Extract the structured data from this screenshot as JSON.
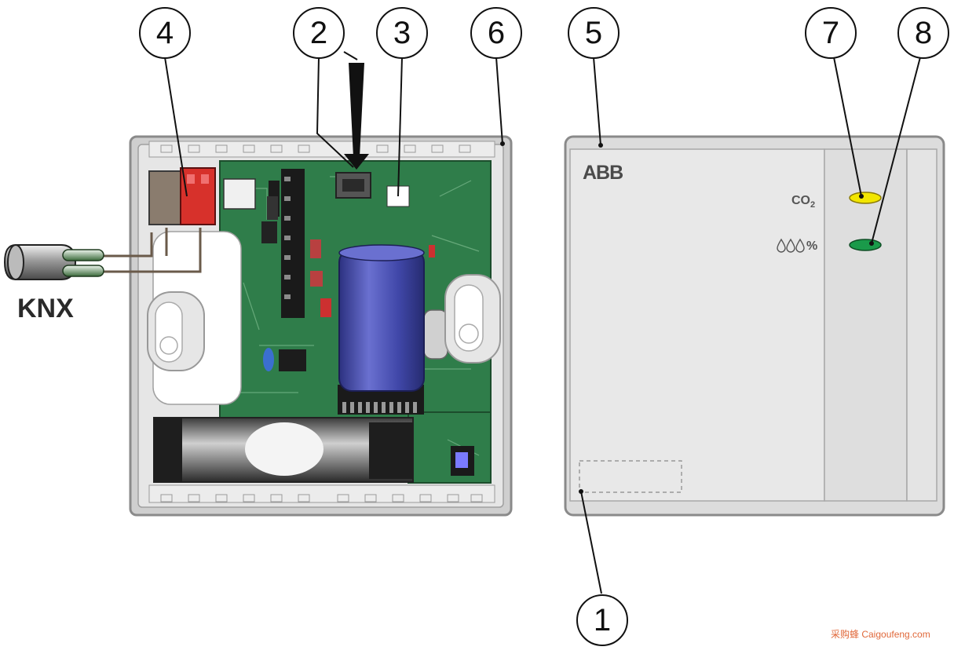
{
  "connector_label": "KNX",
  "brand_label": "ABB",
  "led_labels": {
    "co2_main": "CO",
    "co2_sub": "2",
    "humidity_symbol": "💧💧💧",
    "humidity_unit": "%"
  },
  "callouts": [
    "1",
    "2",
    "3",
    "4",
    "5",
    "6",
    "7",
    "8"
  ],
  "watermark": "采购蜂 Caigoufeng.com",
  "colors": {
    "led_co2": "#f2e600",
    "led_humidity": "#1a9a4a",
    "terminal_red": "#d7312b",
    "pcb_green": "#2f7d4a",
    "capacitor_blue": "#5057b8",
    "housing": "#d4d4d4"
  }
}
